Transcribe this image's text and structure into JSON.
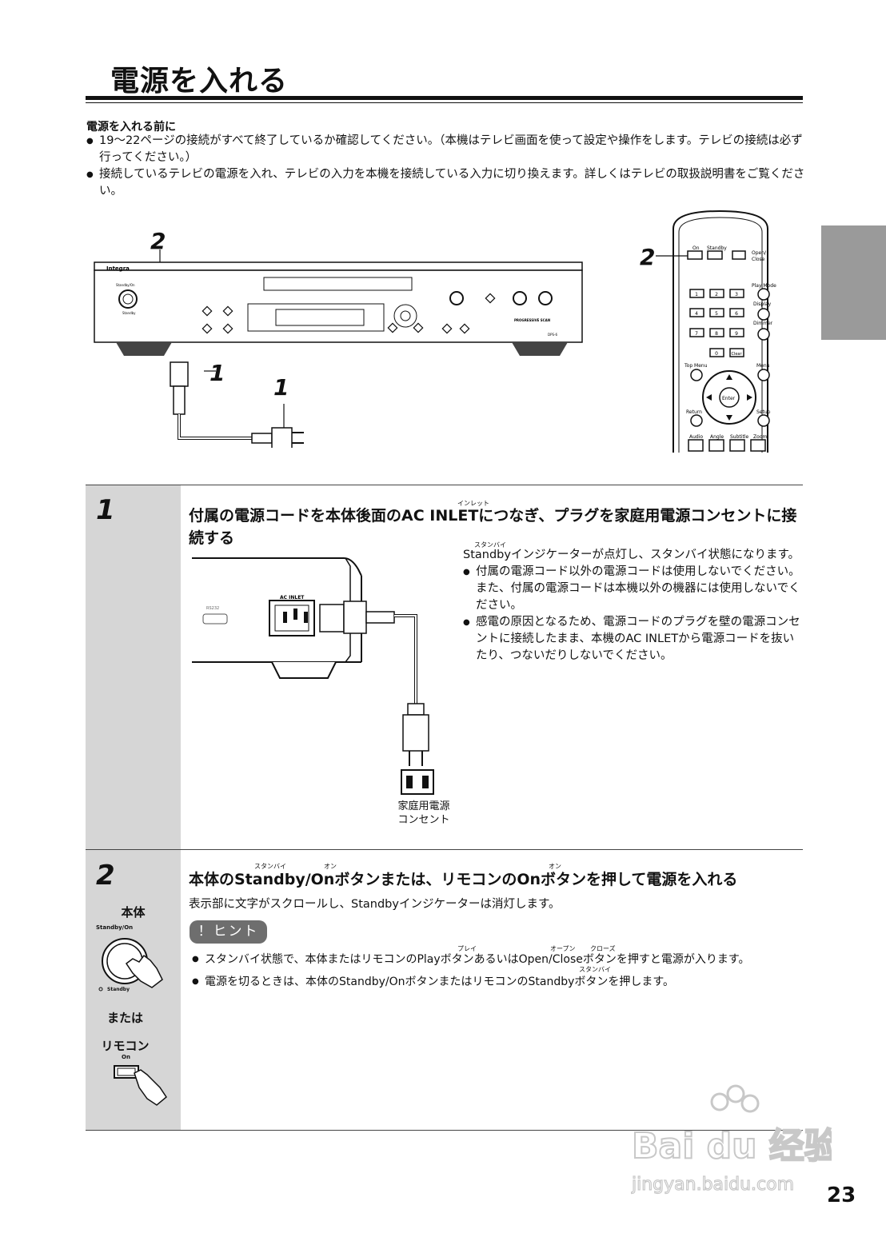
{
  "page": {
    "title": "電源を入れる",
    "number": "23"
  },
  "intro": {
    "heading": "電源を入れる前に",
    "bullets": [
      "19〜22ページの接続がすべて終了しているか確認してください。（本機はテレビ画面を使って設定や操作をします。テレビの接続は必ず行ってください。）",
      "接続しているテレビの電源を入れ、テレビの入力を本機を接続している入力に切り換えます。詳しくはテレビの取扱説明書をご覧ください。"
    ]
  },
  "illustration": {
    "callouts": [
      "2",
      "1",
      "1",
      "2"
    ],
    "player": {
      "brand": "Integra",
      "model": "DPS-6",
      "standby_on": "Standby/On",
      "standby": "Standby",
      "progressive": "PROGRESSIVE SCAN"
    },
    "remote": {
      "on": "On",
      "standby": "Standby",
      "open_close": "Open/ Close",
      "play_mode": "Play Mode",
      "display": "Display",
      "dimmer": "Dimmer",
      "keys": [
        "1",
        "2",
        "3",
        "4",
        "5",
        "6",
        "7",
        "8",
        "9",
        "0",
        "Clear"
      ],
      "top_menu": "Top Menu",
      "menu": "Menu",
      "enter": "Enter",
      "return": "Return",
      "setup": "Setup",
      "bottom": [
        "Audio",
        "Angle",
        "Subtitle",
        "Zoom"
      ]
    }
  },
  "step1": {
    "number": "1",
    "ruby_inlet": "インレット",
    "title": "付属の電源コードを本体後面のAC INLETにつなぎ、プラグを家庭用電源コンセントに接続する",
    "ruby_standby": "スタンバイ",
    "body": "Standbyインジケーターが点灯し、スタンバイ状態になります。",
    "bullets": [
      "付属の電源コード以外の電源コードは使用しないでください。\nまた、付属の電源コードは本機以外の機器には使用しないでください。",
      "感電の原因となるため、電源コードのプラグを壁の電源コンセントに接続したまま、本機のAC INLETから電源コードを抜いたり、つないだりしないでください。"
    ],
    "rear_rs232": "RS232",
    "rear_ac_inlet": "AC INLET",
    "outlet_label_1": "家庭用電源",
    "outlet_label_2": "コンセント"
  },
  "step2": {
    "number": "2",
    "ruby_1": "スタンバイ",
    "ruby_2": "オン",
    "ruby_3": "オン",
    "title": "本体のStandby/Onボタンまたは、リモコンのOnボタンを押して電源を入れる",
    "body": "表示部に文字がスクロールし、Standbyインジケーターは消灯します。",
    "hint_label": "！ヒント",
    "ruby_play": "プレイ",
    "ruby_open": "オープン",
    "ruby_close": "クローズ",
    "ruby_standby2": "スタンバイ",
    "hints": [
      "スタンバイ状態で、本体またはリモコンのPlayボタンあるいはOpen/Closeボタンを押すと電源が入ります。",
      "電源を切るときは、本体のStandby/OnボタンまたはリモコンのStandbyボタンを押します。"
    ],
    "side": {
      "main_unit": "本体",
      "standby_on": "Standby/On",
      "standby": "Standby",
      "or": "または",
      "remote": "リモコン",
      "on": "On"
    }
  },
  "watermark": {
    "brand": "Bai du 经验",
    "url": "jingyan.baidu.com"
  }
}
